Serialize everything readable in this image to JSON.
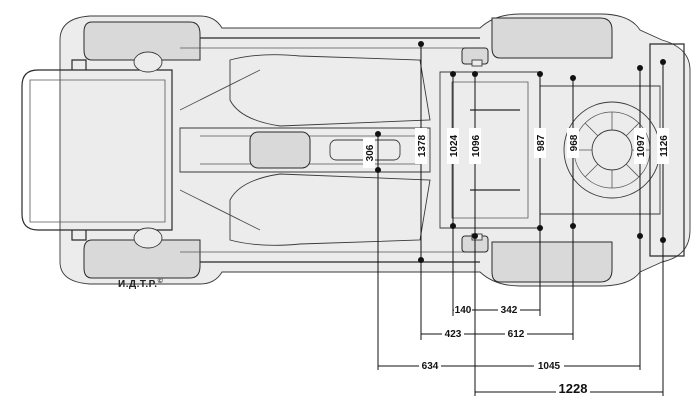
{
  "watermark": "И.Д.Т.Р.",
  "watermark_symbol": "©",
  "vertical_dimensions": [
    "306",
    "1378",
    "1024",
    "1096",
    "987",
    "968",
    "1097",
    "1126"
  ],
  "horizontal_dimensions": [
    "140",
    "342",
    "423",
    "612",
    "634",
    "1045",
    "1228"
  ]
}
